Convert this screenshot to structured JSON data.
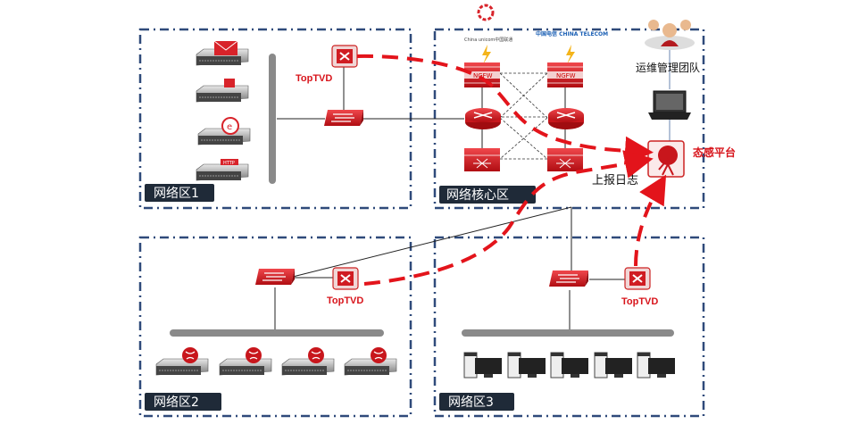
{
  "zones": [
    {
      "label": "网络区1"
    },
    {
      "label": "网络核心区"
    },
    {
      "label": "网络区2"
    },
    {
      "label": "网络区3"
    }
  ],
  "device_labels": {
    "toptvd": "TopTVD",
    "ngfw": "NGFW",
    "http": "HTTP"
  },
  "isp": {
    "unicom_text": "China unicom中国联通",
    "telecom_text": "中国电信 CHINA TELECOM"
  },
  "team_label": "运维管理团队",
  "platform_label": "态感平台",
  "report_label": "上报日志",
  "colors": {
    "accent_red": "#e3141b",
    "zone_border": "#2f4a7a",
    "label_bg": "#1f2a38",
    "bus_gray": "#8a8a8a"
  }
}
